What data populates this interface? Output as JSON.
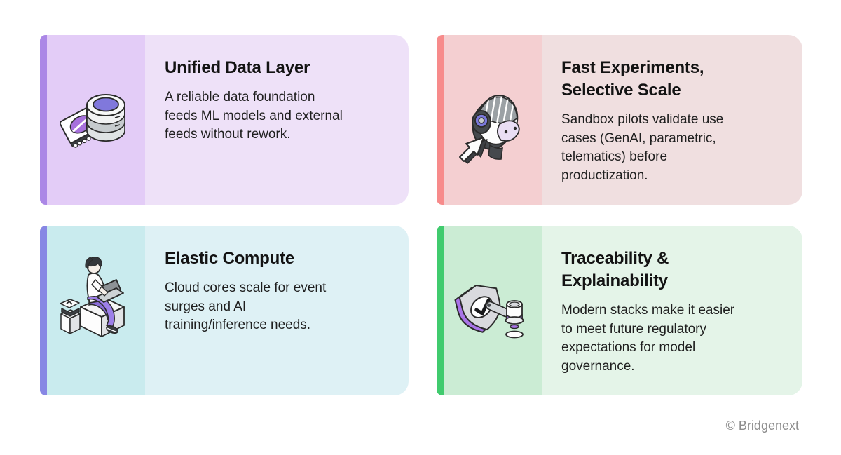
{
  "theme": {
    "background": "#ffffff",
    "title_color": "#131313",
    "body_text_color": "#1f1f1f",
    "footer_color": "#8d8d8d",
    "outline_color": "#2b2b2b"
  },
  "footer": {
    "text": "© Bridgenext"
  },
  "cards": [
    {
      "title": "Unified Data Layer",
      "description": "A reliable data foundation\nfeeds ML models and external\nfeeds without rework.",
      "icon": "chip-database-icon",
      "colors": {
        "accent": "#ab87e6",
        "icon_panel": "#e3ccf7",
        "body": "#eee1f8"
      }
    },
    {
      "title": "Fast Experiments,\nSelective Scale",
      "description": "Sandbox pilots validate use\ncases (GenAI, parametric,\ntelematics) before\nproductization.",
      "icon": "robot-head-cursor-icon",
      "colors": {
        "accent": "#f78b8b",
        "icon_panel": "#f4cfd1",
        "body": "#f0dfe0"
      }
    },
    {
      "title": "Elastic Compute",
      "description": "Cloud cores scale for event\nsurges and AI\ntraining/inference needs.",
      "icon": "person-laptop-icon",
      "colors": {
        "accent": "#8787e4",
        "icon_panel": "#c9ebee",
        "body": "#def1f5"
      }
    },
    {
      "title": "Traceability &\nExplainability",
      "description": "Modern stacks make it easier\nto meet future regulatory\nexpectations for model\ngovernance.",
      "icon": "shield-gavel-icon",
      "colors": {
        "accent": "#40cb6e",
        "icon_panel": "#cbecd4",
        "body": "#e4f4e8"
      }
    }
  ]
}
